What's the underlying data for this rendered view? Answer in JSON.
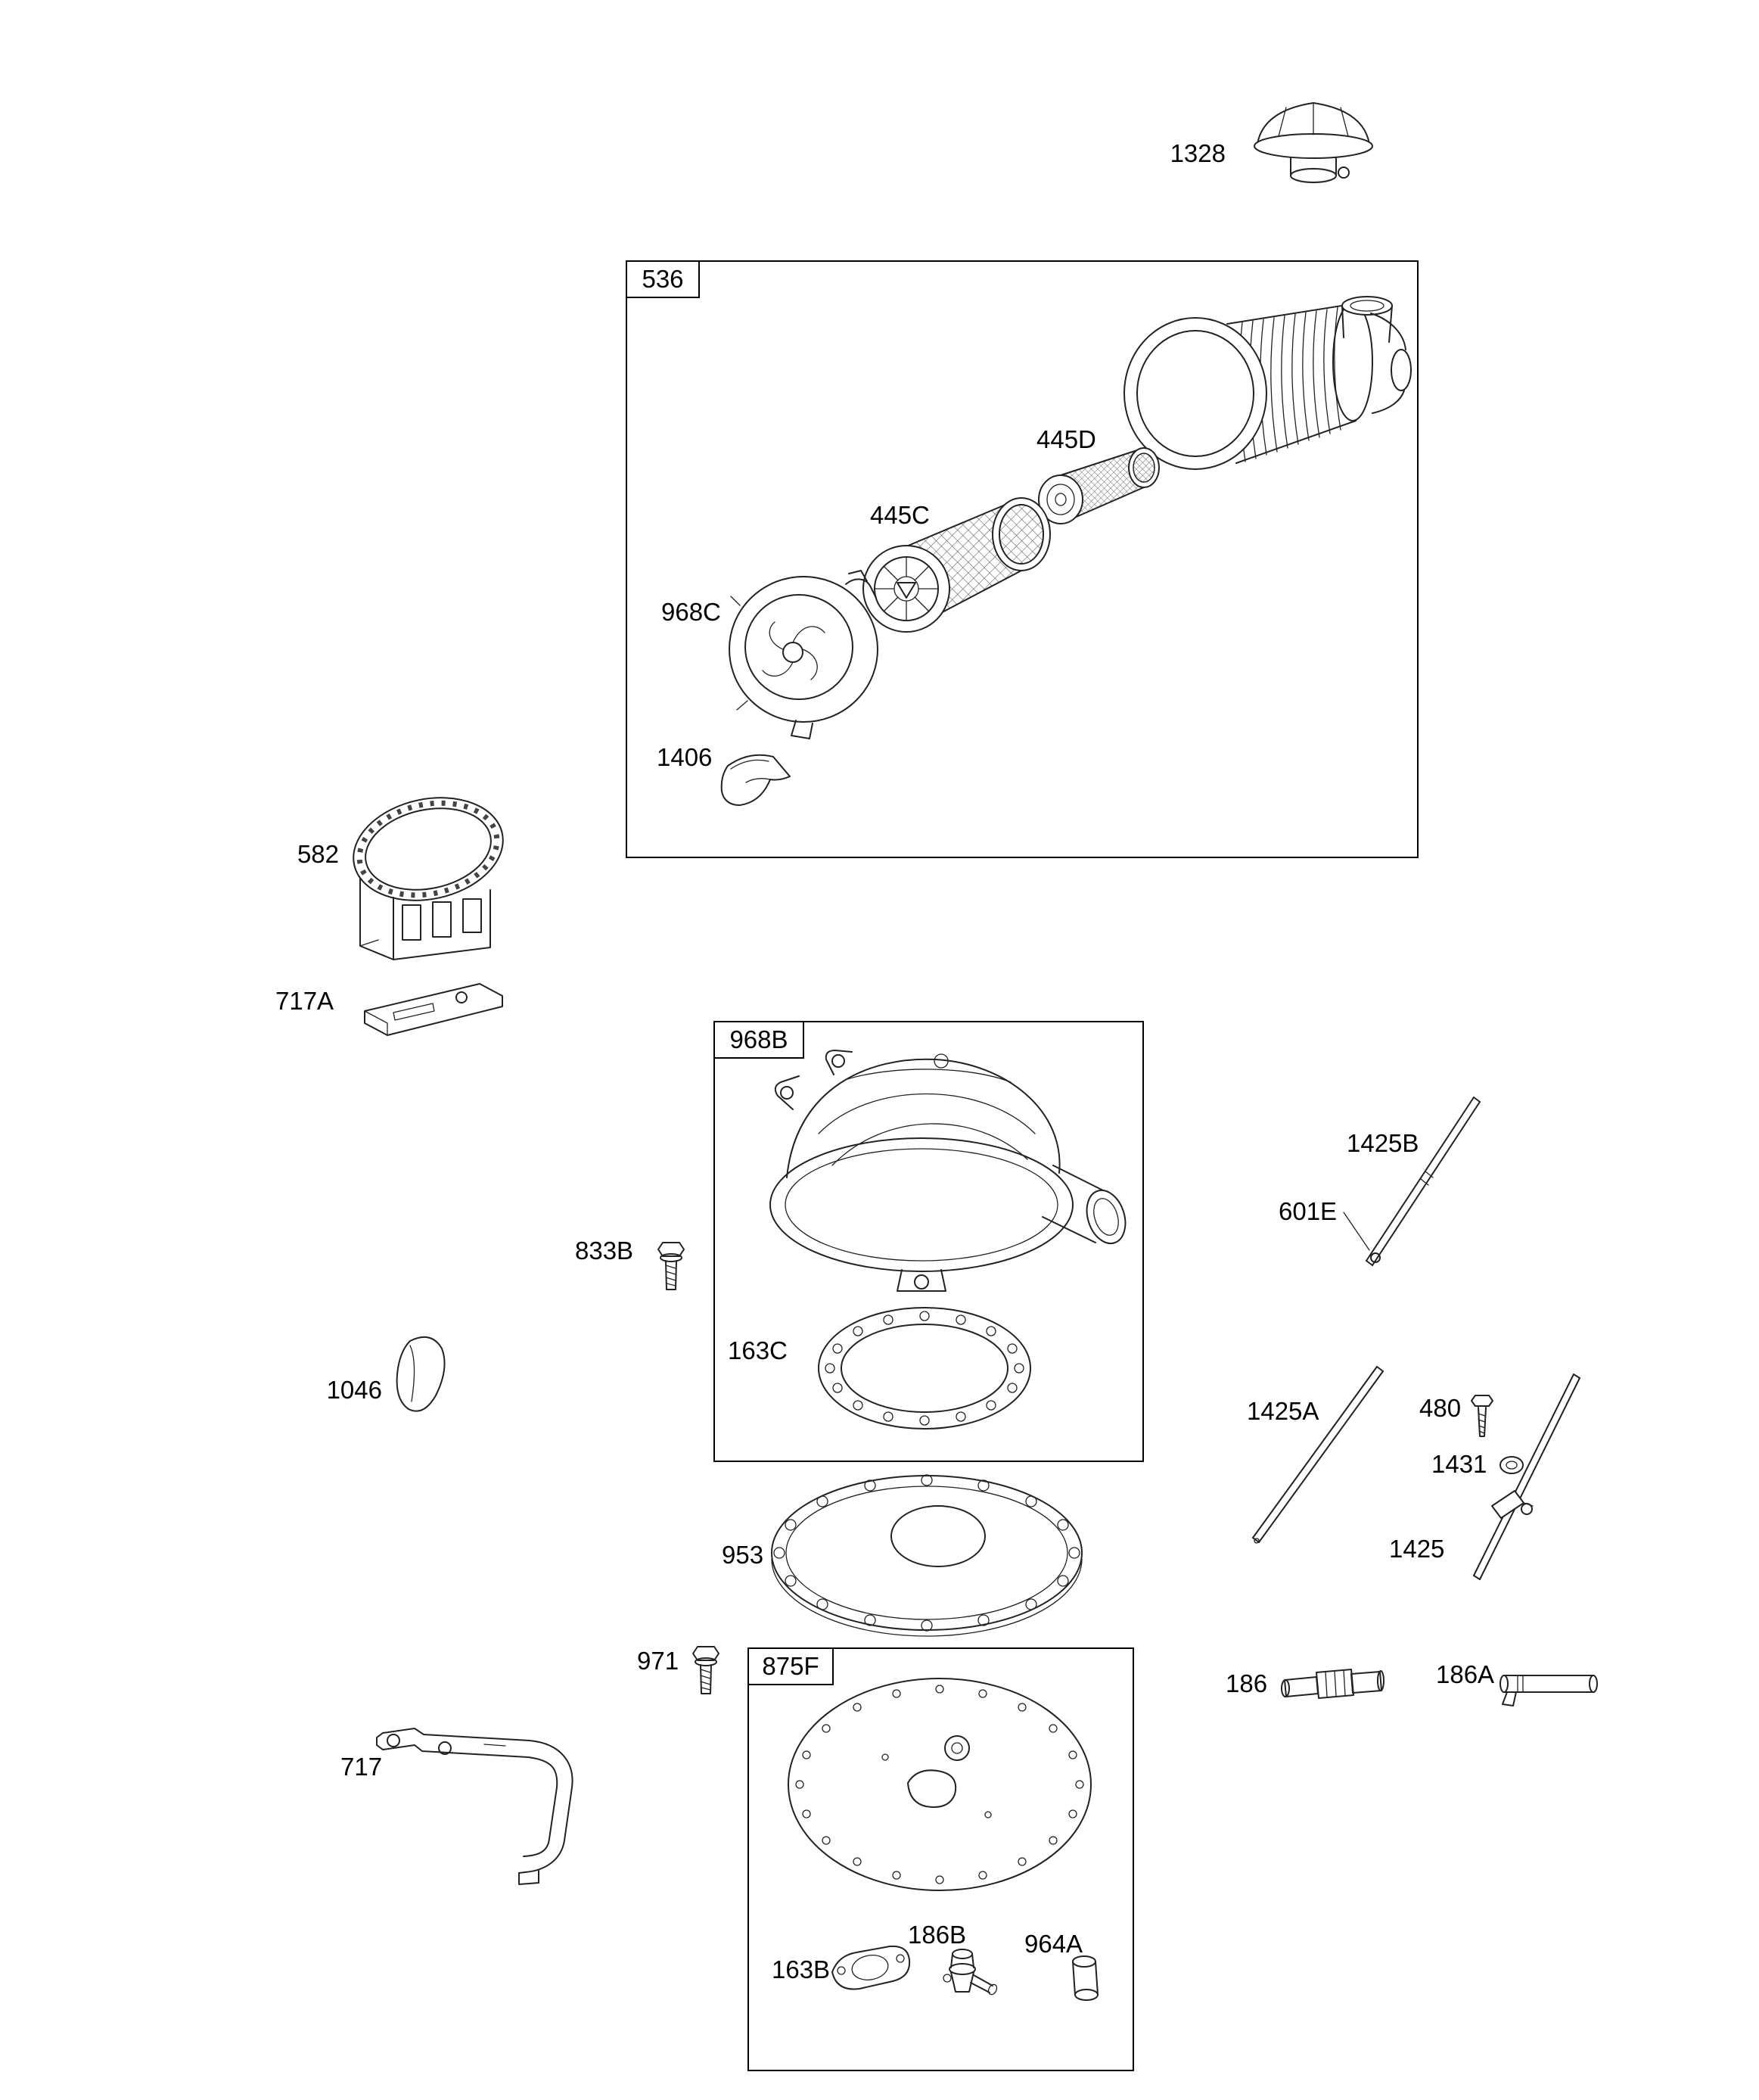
{
  "diagram": {
    "background_color": "#ffffff",
    "line_color": "#222222",
    "box_color": "#000000",
    "group_boxes": [
      {
        "key": "g536",
        "label": "536"
      },
      {
        "key": "g968B",
        "label": "968B"
      },
      {
        "key": "g875F",
        "label": "875F"
      }
    ],
    "callouts": {
      "c1328": "1328",
      "c445D": "445D",
      "c445C": "445C",
      "c968C": "968C",
      "c1406": "1406",
      "c582": "582",
      "c717A": "717A",
      "c833B": "833B",
      "c1425B": "1425B",
      "c601E": "601E",
      "c163C": "163C",
      "c1046": "1046",
      "c1425A": "1425A",
      "c480": "480",
      "c1431": "1431",
      "c1425": "1425",
      "c953": "953",
      "c971": "971",
      "c717": "717",
      "c163B": "163B",
      "c186B": "186B",
      "c964A": "964A",
      "c186": "186",
      "c186A": "186A"
    }
  }
}
